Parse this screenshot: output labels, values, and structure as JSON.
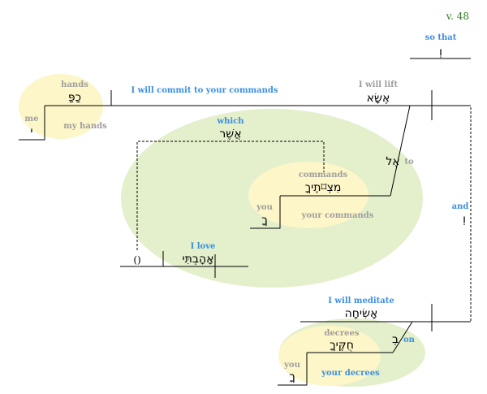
{
  "verse": "v. 48",
  "colors": {
    "gloss_blue": "#3b8fe0",
    "gloss_gray": "#9e9e9e",
    "verse_green": "#2e7d1e",
    "ellipse_yellow": "#fdf6c8",
    "ellipse_green": "#e4efcc",
    "line": "#000000"
  },
  "words": {
    "so_that": {
      "gloss": "so that",
      "hebrew": "וְ"
    },
    "hands": {
      "gloss": "hands",
      "hebrew": "כַפַּ",
      "suffix_gloss": "me",
      "suffix_hebrew": "י",
      "phrase_gloss": "my hands"
    },
    "commit": {
      "gloss": "I will commit to your commands"
    },
    "lift": {
      "gloss": "I will lift",
      "hebrew": "אֶשָּׂא"
    },
    "which": {
      "gloss": "which",
      "hebrew": "אֲשֶׁר"
    },
    "to": {
      "gloss": "to",
      "hebrew": "אֶל"
    },
    "commands": {
      "gloss": "commands",
      "hebrew": "מִצְ⌑תֶיךָ",
      "suffix_gloss": "you",
      "suffix_hebrew": "ךָ",
      "phrase_gloss": "your commands"
    },
    "and": {
      "gloss": "and",
      "hebrew": "וְ"
    },
    "love": {
      "gloss": "I love",
      "hebrew": "אָהָבְתִּי",
      "placeholder": "()"
    },
    "meditate": {
      "gloss": "I will meditate",
      "hebrew": "אָשִׂיחָה"
    },
    "decrees": {
      "gloss": "decrees",
      "hebrew": "חֻקֶּיךָ",
      "suffix_gloss": "you",
      "suffix_hebrew": "ךָ",
      "phrase_gloss": "your decrees"
    },
    "on": {
      "gloss": "on",
      "hebrew": "בְ"
    }
  }
}
